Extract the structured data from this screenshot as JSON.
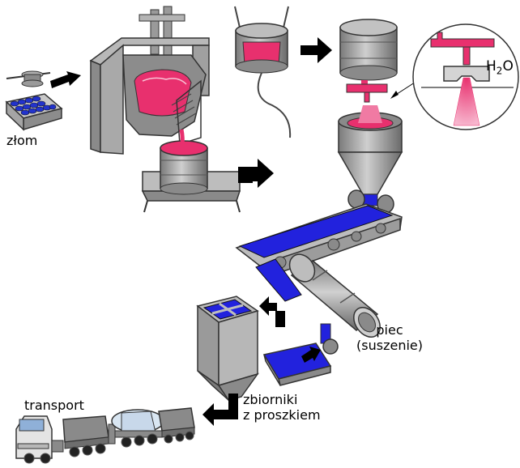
{
  "labels": {
    "scrap": "złom",
    "furnace_line1": "piec",
    "furnace_line2": "(suszenie)",
    "tanks_line1": "zbiorniki",
    "tanks_line2": "z proszkiem",
    "transport": "transport",
    "water_h": "H",
    "water_sub": "2",
    "water_o": "O"
  },
  "colors": {
    "metal": "#e8306e",
    "powder": "#2222dd",
    "steel": "#9a9a9a",
    "steel_dark": "#6e6e6e",
    "steel_light": "#c4c4c4",
    "outline": "#333333",
    "arrow": "#000000"
  }
}
